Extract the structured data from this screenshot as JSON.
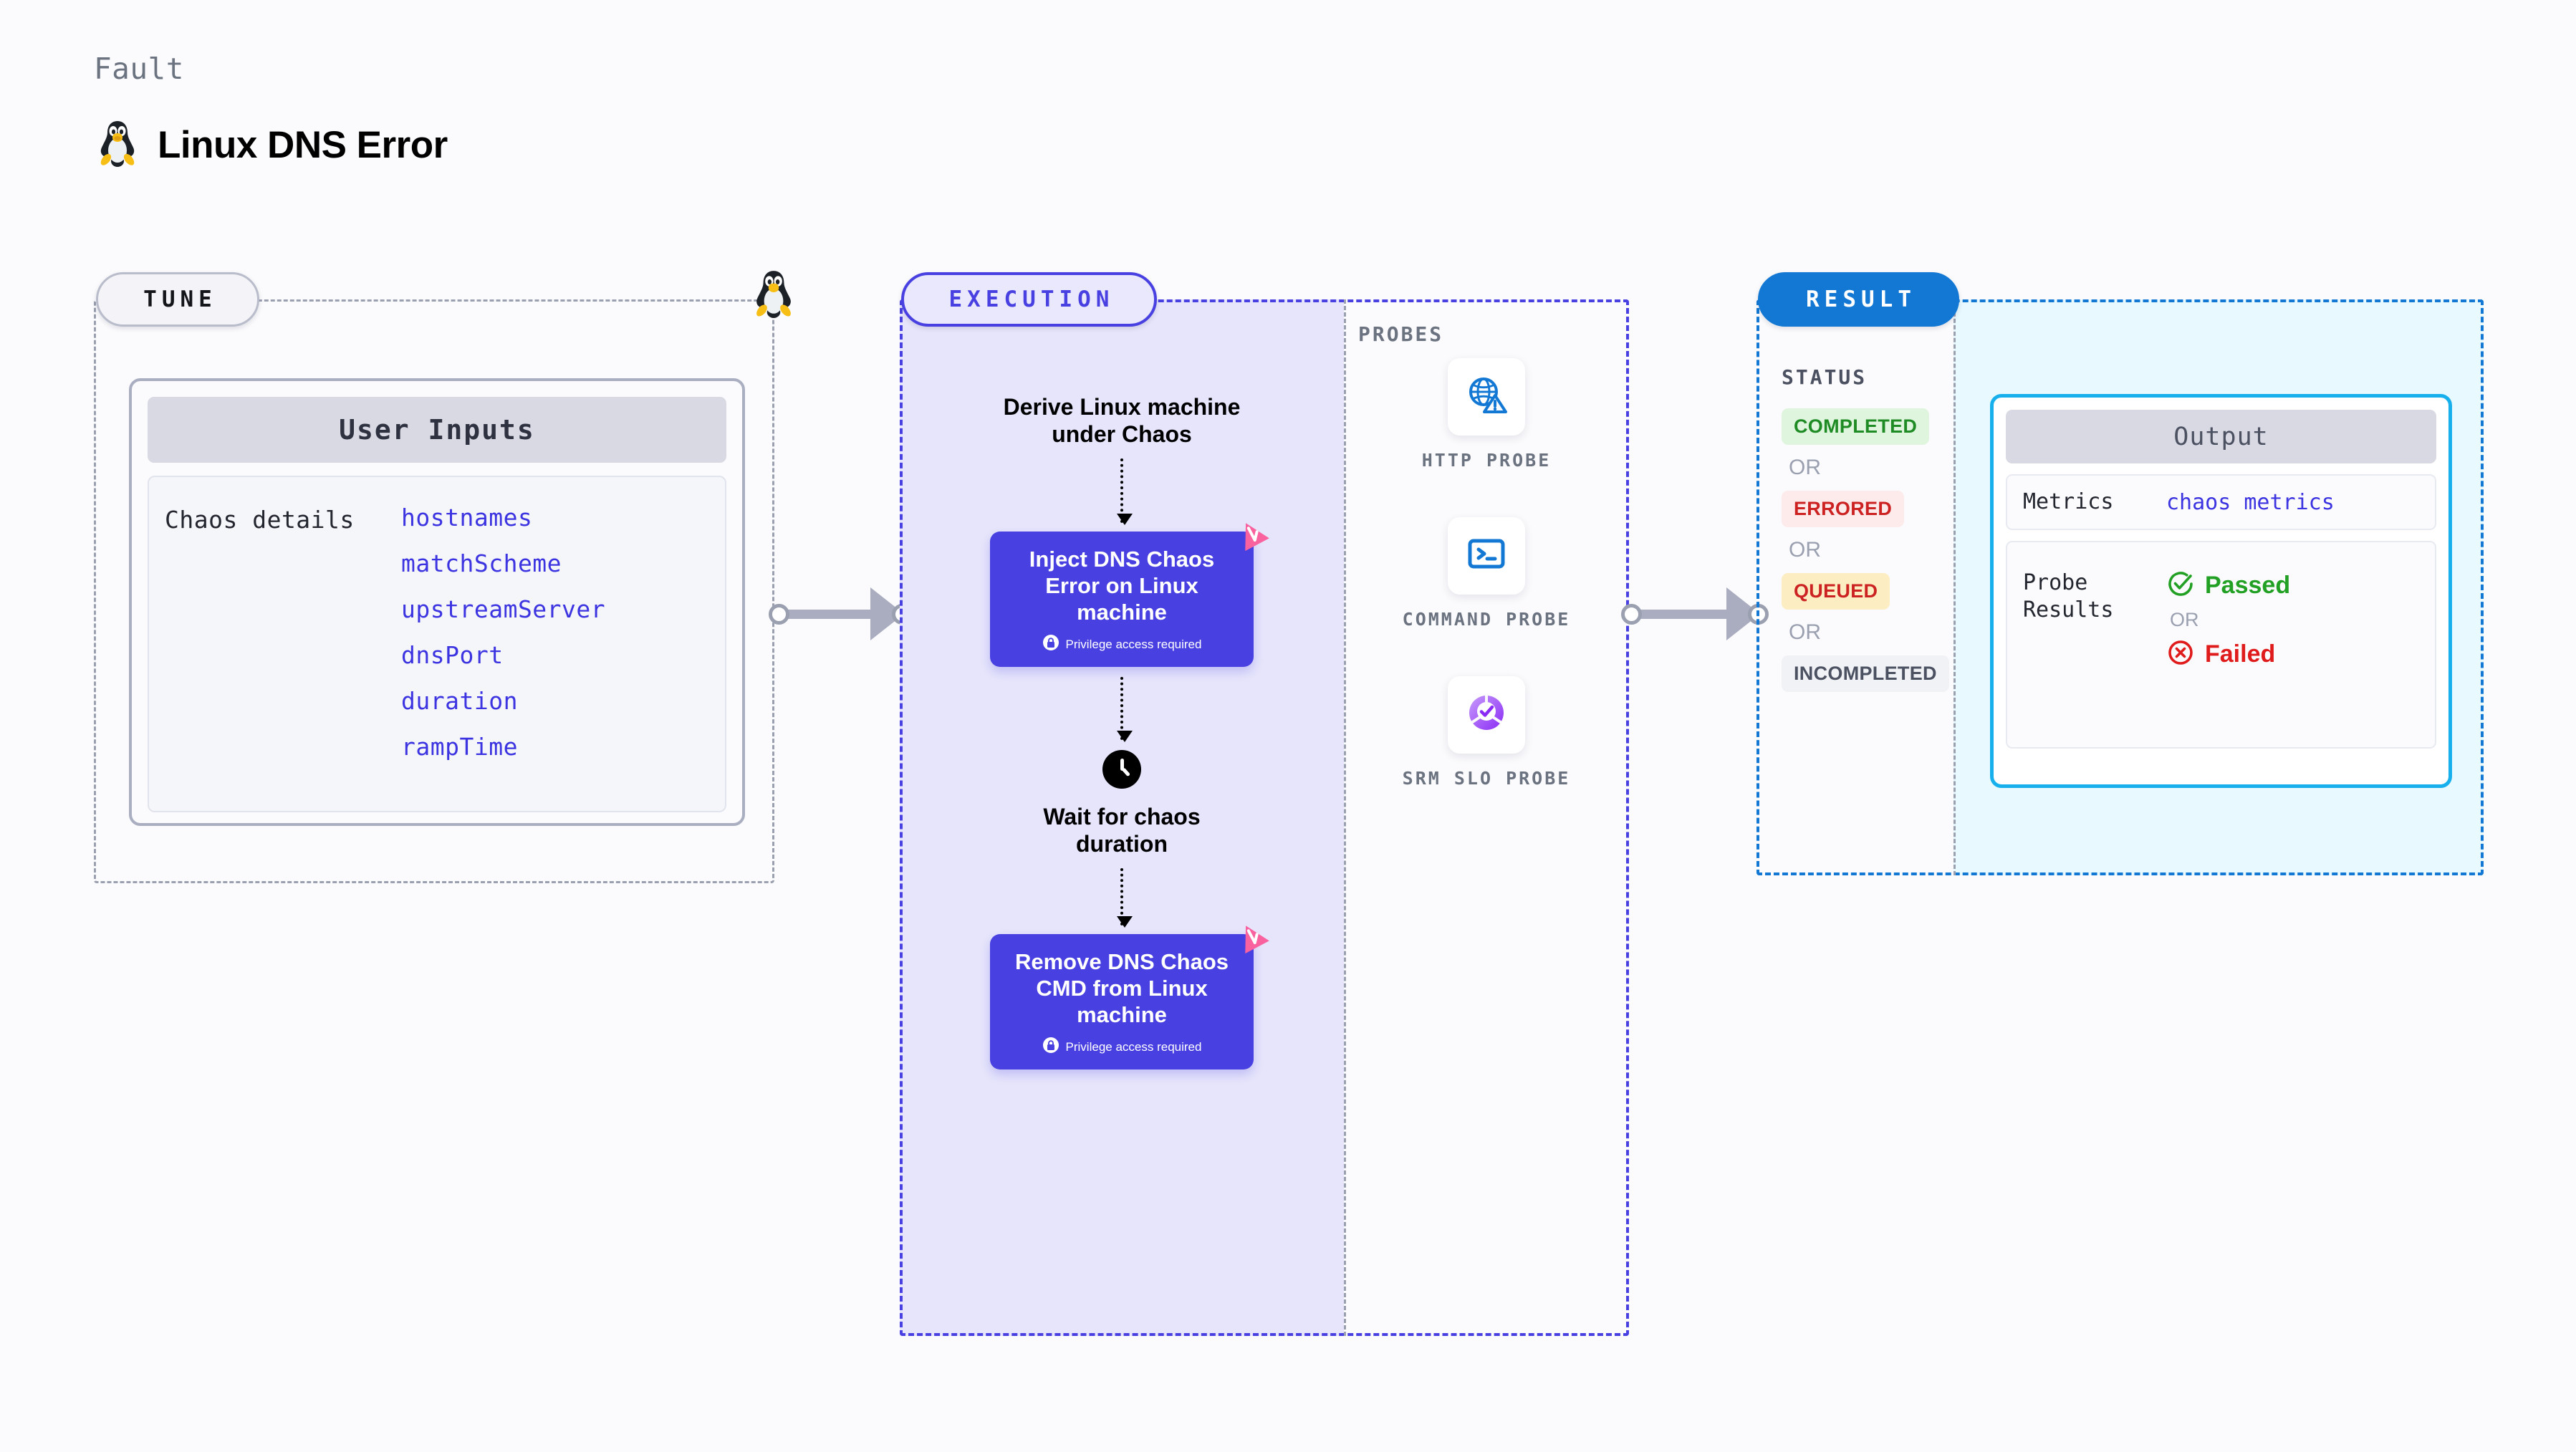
{
  "header": {
    "kicker": "Fault",
    "title": "Linux DNS Error",
    "icon": "linux-tux-icon"
  },
  "tune": {
    "pill_label": "TUNE",
    "corner_icon": "linux-tux-icon",
    "card_title": "User Inputs",
    "details_label": "Chaos details",
    "params": [
      "hostnames",
      "matchScheme",
      "upstreamServer",
      "dnsPort",
      "duration",
      "rampTime"
    ]
  },
  "execution": {
    "pill_label": "EXECUTION",
    "steps": [
      {
        "type": "text",
        "label": "Derive Linux machine under Chaos"
      },
      {
        "type": "node",
        "label": "Inject DNS Chaos Error on Linux machine",
        "note": "Privilege access required",
        "badge": "litmus-chaos-icon",
        "lock": "lock-icon"
      },
      {
        "type": "wait",
        "icon": "clock-icon",
        "label": "Wait for chaos duration"
      },
      {
        "type": "node",
        "label": "Remove DNS Chaos CMD from Linux machine",
        "note": "Privilege access required",
        "badge": "litmus-chaos-icon",
        "lock": "lock-icon"
      }
    ]
  },
  "probes": {
    "title": "PROBES",
    "items": [
      {
        "label": "HTTP PROBE",
        "icon": "globe-warning-icon"
      },
      {
        "label": "COMMAND PROBE",
        "icon": "terminal-icon"
      },
      {
        "label": "SRM SLO PROBE",
        "icon": "slo-donut-check-icon"
      }
    ]
  },
  "result": {
    "pill_label": "RESULT",
    "status_title": "STATUS",
    "or_label": "OR",
    "statuses": [
      {
        "label": "COMPLETED",
        "bg": "#dff5de",
        "fg": "#1f8b24"
      },
      {
        "label": "ERRORED",
        "bg": "#fdeaea",
        "fg": "#cc2222"
      },
      {
        "label": "QUEUED",
        "bg": "#fcedc2",
        "fg": "#cc2222"
      },
      {
        "label": "INCOMPLETED",
        "bg": "#f1f2f6",
        "fg": "#4b5161"
      }
    ],
    "output": {
      "title": "Output",
      "metrics_key": "Metrics",
      "metrics_value": "chaos metrics",
      "probe_results_key": "Probe Results",
      "passed_label": "Passed",
      "failed_label": "Failed",
      "or_label": "OR",
      "passed_icon": "check-circle-icon",
      "failed_icon": "x-circle-icon"
    }
  },
  "colors": {
    "accent_purple": "#4840e0",
    "accent_blue": "#1278d4",
    "accent_cyan": "#17b0ec",
    "pink_badge": "#f9629f",
    "connector_grey": "#aaadc0",
    "canvas_bg": "#fbfbfd"
  }
}
